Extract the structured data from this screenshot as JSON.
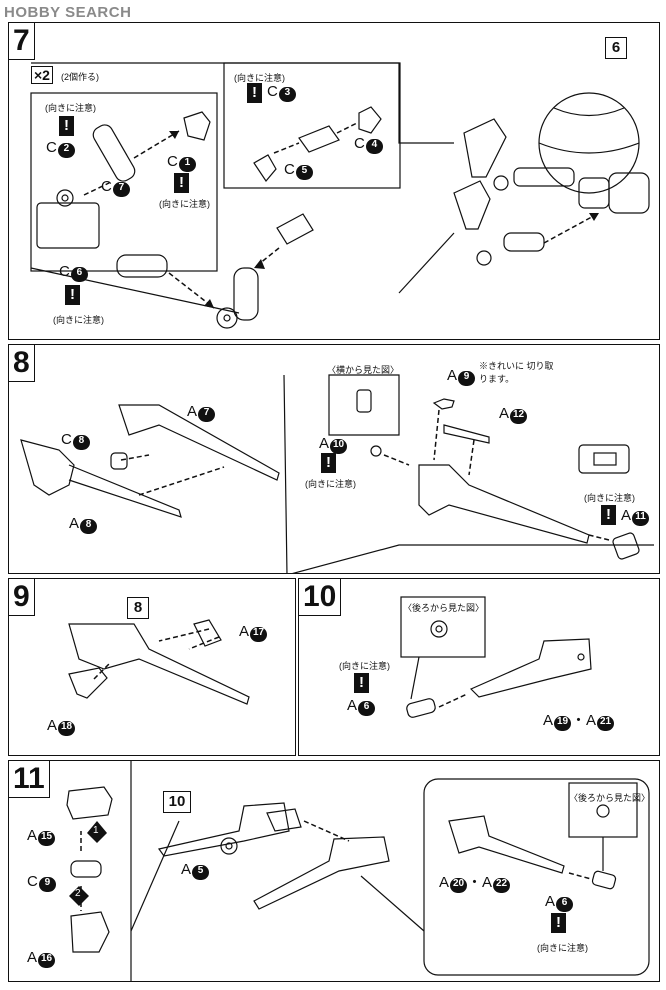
{
  "watermark": "HOBBY SEARCH",
  "steps": {
    "s7": {
      "number": "7",
      "quantity": "×2",
      "quantity_note": "(2個作る)",
      "caution": "(向きに注意)",
      "parts": {
        "c2": "C",
        "c7": "C",
        "c1": "C",
        "c3": "C",
        "c4": "C",
        "c5": "C",
        "c6": "C"
      },
      "nums": {
        "c2": "2",
        "c7": "7",
        "c1": "1",
        "c3": "3",
        "c4": "4",
        "c5": "5",
        "c6": "6"
      },
      "ref_box": "6"
    },
    "s8": {
      "number": "8",
      "side_view": "〈横から見た図〉",
      "note": "※きれいに 切り取ります。",
      "caution": "(向きに注意)",
      "parts": {
        "a7": "A",
        "c8": "C",
        "a8": "A",
        "a9": "A",
        "a12": "A",
        "a10": "A",
        "a11": "A"
      },
      "nums": {
        "a7": "7",
        "c8": "8",
        "a8": "8",
        "a9": "9",
        "a12": "12",
        "a10": "10",
        "a11": "11"
      }
    },
    "s9": {
      "number": "9",
      "ref_box": "8",
      "parts": {
        "a17": "A",
        "a18": "A"
      },
      "nums": {
        "a17": "17",
        "a18": "18"
      }
    },
    "s10": {
      "number": "10",
      "rear_view": "〈後ろから見た図〉",
      "caution": "(向きに注意)",
      "parts": {
        "a6": "A",
        "a19_21": "A"
      },
      "nums": {
        "a6": "6",
        "a19": "19",
        "a21": "21"
      },
      "separator": "・"
    },
    "s11": {
      "number": "11",
      "ref_box": "10",
      "rear_view": "〈後ろから見た図〉",
      "caution": "(向きに注意)",
      "parts": {
        "a15": "A",
        "c9": "C",
        "a16": "A",
        "a5": "A",
        "a20_22": "A",
        "a6": "A"
      },
      "nums": {
        "a15": "15",
        "c9": "9",
        "a16": "16",
        "a5": "5",
        "a20": "20",
        "a22": "22",
        "a6": "6",
        "step1": "1",
        "step2": "2"
      },
      "separator": "・"
    }
  },
  "warning_symbol": "!"
}
